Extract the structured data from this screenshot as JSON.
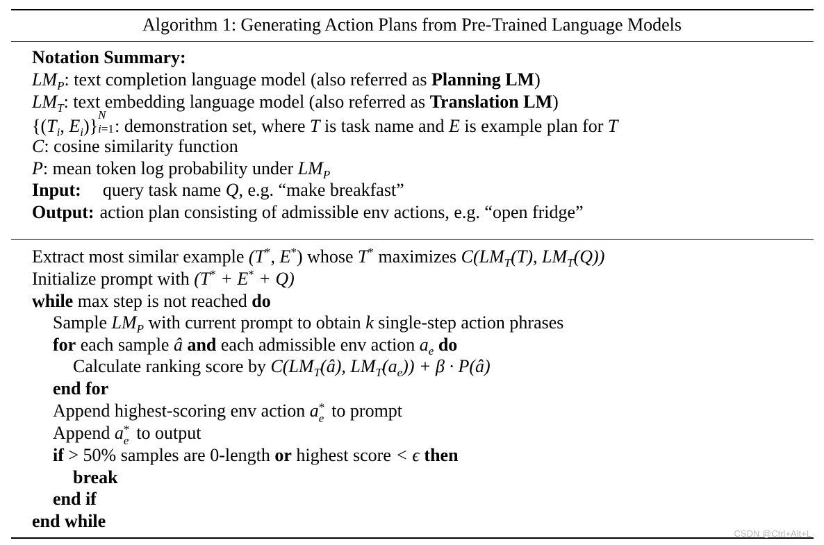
{
  "title": "Algorithm 1: Generating Action Plans from Pre-Trained Language Models",
  "notation": {
    "heading": "Notation Summary:",
    "lmp": {
      "sym": "LM",
      "sub": "P",
      "text": ": text completion language model (also referred as ",
      "bold": "Planning LM",
      "close": ")"
    },
    "lmt": {
      "sym": "LM",
      "sub": "T",
      "text": ": text embedding language model (also referred as ",
      "bold": "Translation LM",
      "close": ")"
    },
    "demo": {
      "open": "{(",
      "ti": "T",
      "ti_sub": "i",
      "comma": ", ",
      "ei": "E",
      "ei_sub": "i",
      "close": ")}",
      "sup": "N",
      "sub": "i=1",
      "text1": ": demonstration set, where ",
      "t": "T",
      "text2": " is task name and ",
      "e": "E",
      "text3": " is example plan for ",
      "t2": "T"
    },
    "cos": {
      "sym": "C",
      "text": ": cosine similarity function"
    },
    "prob": {
      "sym": "P",
      "text": ": mean token log probability under ",
      "lm": "LM",
      "lm_sub": "P"
    },
    "input": {
      "label": "Input:",
      "text": "query task name ",
      "q": "Q",
      "text2": ", e.g. “make breakfast”"
    },
    "output": {
      "label": "Output:",
      "text": "action plan consisting of admissible env actions, e.g. “open fridge”"
    }
  },
  "algorithm": {
    "l1": {
      "t1": "Extract most similar example ",
      "m1": "(T",
      "s1": "*",
      "m2": ", E",
      "s2": "*",
      "m3": ")",
      "t2": " whose ",
      "m4": "T",
      "s3": "*",
      "t3": " maximizes ",
      "m5": "C(LM",
      "sub1": "T",
      "m6": "(T), LM",
      "sub2": "T",
      "m7": "(Q))"
    },
    "l2": {
      "t1": "Initialize prompt with ",
      "m1": "(T",
      "s1": "*",
      "m2": " + E",
      "s2": "*",
      "m3": " + Q)"
    },
    "l3": {
      "k1": "while",
      "t1": " max step is not reached ",
      "k2": "do"
    },
    "l4": {
      "t1": "Sample ",
      "m1": "LM",
      "sub1": "P",
      "t2": " with current prompt to obtain ",
      "m2": "k",
      "t3": " single-step action phrases"
    },
    "l5": {
      "k1": "for",
      "t1": " each sample ",
      "m1": "â",
      "k2": " and",
      "t2": " each admissible env action ",
      "m2": "a",
      "sub1": "e",
      "k3": " do"
    },
    "l6": {
      "t1": "Calculate ranking score by ",
      "m1": "C(LM",
      "sub1": "T",
      "m2": "(â), LM",
      "sub2": "T",
      "m3": "(a",
      "sub3": "e",
      "m4": ")) + β · P(â)"
    },
    "l7": {
      "k1": "end for"
    },
    "l8": {
      "t1": "Append highest-scoring env action ",
      "m1": "a",
      "sup1": "*",
      "sub1": "e",
      "t2": " to prompt"
    },
    "l9": {
      "t1": "Append ",
      "m1": "a",
      "sup1": "*",
      "sub1": "e",
      "t2": " to output"
    },
    "l10": {
      "k1": "if",
      "m1": " > 50%",
      "t1": " samples are 0-length ",
      "k2": "or",
      "t2": " highest score ",
      "m2": "< ϵ",
      "k3": " then"
    },
    "l11": {
      "k1": "break"
    },
    "l12": {
      "k1": "end if"
    },
    "l13": {
      "k1": "end while"
    }
  },
  "watermark": "CSDN @Ctrl+Alt+L"
}
